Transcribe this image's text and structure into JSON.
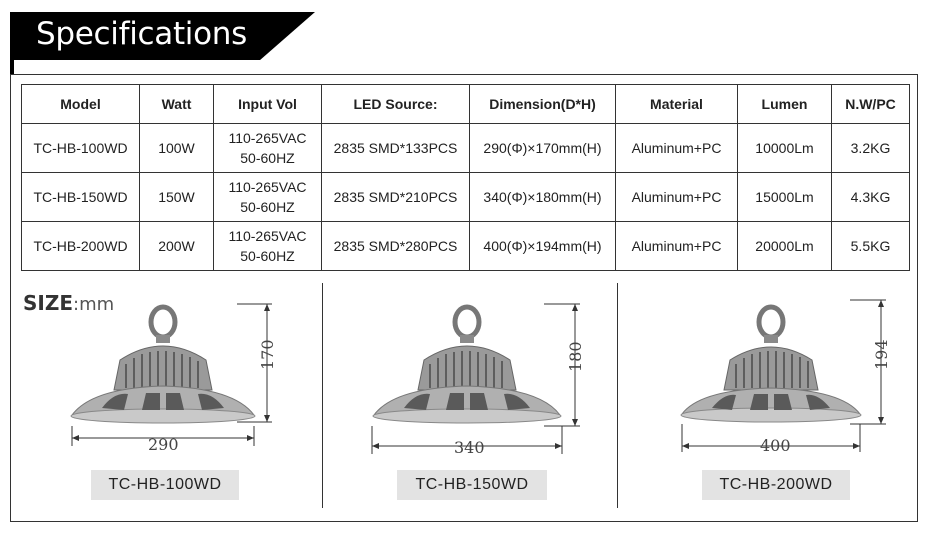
{
  "header": {
    "title": "Specifications"
  },
  "table": {
    "columns": [
      "Model",
      "Watt",
      "Input Vol",
      "LED Source:",
      "Dimension(D*H)",
      "Material",
      "Lumen",
      "N.W/PC"
    ],
    "rows": [
      {
        "model": "TC-HB-100WD",
        "watt": "100W",
        "vol_line1": "110-265VAC",
        "vol_line2": "50-60HZ",
        "led": "2835 SMD*133PCS",
        "dimension": "290(Φ)×170mm(H)",
        "material": "Aluminum+PC",
        "lumen": "10000Lm",
        "weight": "3.2KG"
      },
      {
        "model": "TC-HB-150WD",
        "watt": "150W",
        "vol_line1": "110-265VAC",
        "vol_line2": "50-60HZ",
        "led": "2835 SMD*210PCS",
        "dimension": "340(Φ)×180mm(H)",
        "material": "Aluminum+PC",
        "lumen": "15000Lm",
        "weight": "4.3KG"
      },
      {
        "model": "TC-HB-200WD",
        "watt": "200W",
        "vol_line1": "110-265VAC",
        "vol_line2": "50-60HZ",
        "led": "2835 SMD*280PCS",
        "dimension": "400(Φ)×194mm(H)",
        "material": "Aluminum+PC",
        "lumen": "20000Lm",
        "weight": "5.5KG"
      }
    ]
  },
  "size_section": {
    "label": "SIZE",
    "unit": ":mm"
  },
  "products": [
    {
      "model": "TC-HB-100WD",
      "width": "290",
      "height": "170",
      "icon": "ufo-high-bay-light-icon"
    },
    {
      "model": "TC-HB-150WD",
      "width": "340",
      "height": "180",
      "icon": "ufo-high-bay-light-icon"
    },
    {
      "model": "TC-HB-200WD",
      "width": "400",
      "height": "194",
      "icon": "ufo-high-bay-light-icon"
    }
  ]
}
